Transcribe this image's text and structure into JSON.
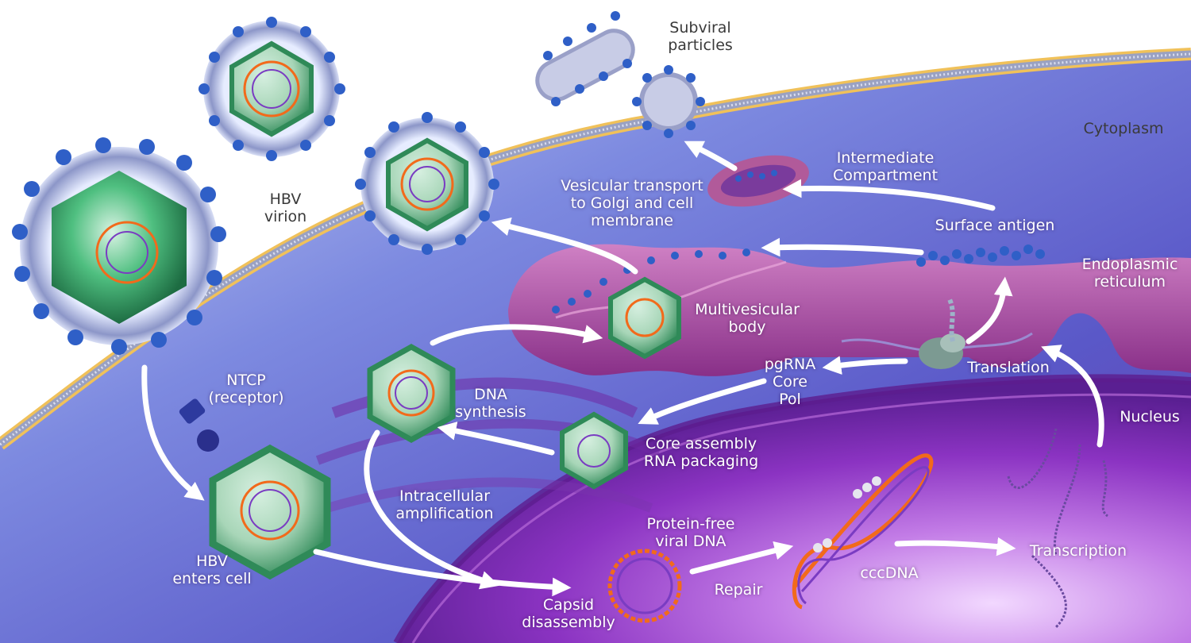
{
  "labels": {
    "subviral": [
      "Subviral",
      "particles"
    ],
    "cytoplasm": "Cytoplasm",
    "intermediate": [
      "Intermediate",
      "Compartment"
    ],
    "hbv_virion": [
      "HBV",
      "virion"
    ],
    "vesicular": [
      "Vesicular transport",
      "to Golgi and cell",
      "membrane"
    ],
    "surface_antigen": "Surface antigen",
    "endoplasmic": [
      "Endoplasmic",
      "reticulum"
    ],
    "multivesicular": [
      "Multivesicular",
      "body"
    ],
    "pgrna": [
      "pgRNA",
      "Core",
      "Pol"
    ],
    "translation": "Translation",
    "ntcp": [
      "NTCP",
      "(receptor)"
    ],
    "dna_synthesis": [
      "DNA",
      "synthesis"
    ],
    "nucleus": "Nucleus",
    "core_assembly": [
      "Core assembly",
      "RNA packaging"
    ],
    "intracellular": [
      "Intracellular",
      "amplification"
    ],
    "protein_free": [
      "Protein-free",
      "viral DNA"
    ],
    "transcription": "Transcription",
    "hbv_enters": [
      "HBV",
      "enters cell"
    ],
    "cccdna": "cccDNA",
    "repair": "Repair",
    "capsid": [
      "Capsid",
      "disassembly"
    ]
  },
  "colors": {
    "cytoplasm": "#5a6fd6",
    "nucleus": "#8a2fc0",
    "er": "#a43e94",
    "membrane": "#e8b84c",
    "capsid": "#3fae72",
    "envelope_protein": "#2f5fc7",
    "rna": "#f26a1b",
    "dna": "#7a3cc2",
    "arrow": "#ffffff"
  },
  "icons": [
    "hbv-virion-icon",
    "capsid-icon",
    "subviral-particle-icon",
    "ribosome-icon",
    "cccdna-icon",
    "ntcp-receptor-icon"
  ]
}
